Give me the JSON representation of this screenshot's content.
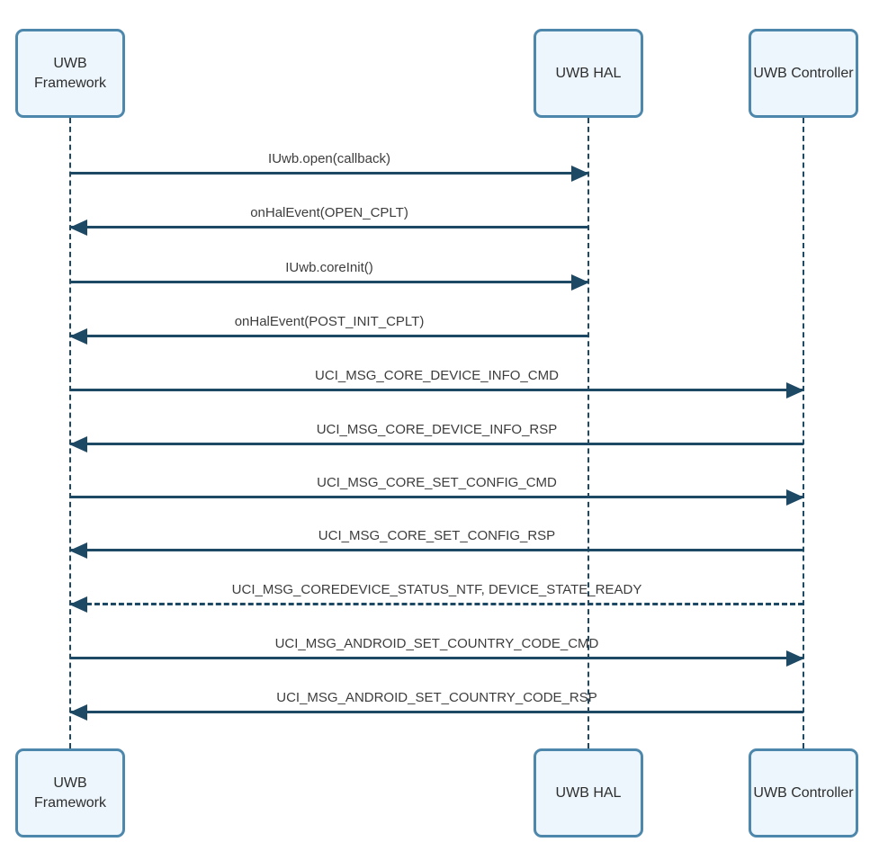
{
  "actors": [
    {
      "id": "uwb-framework",
      "label": "UWB Framework"
    },
    {
      "id": "uwb-hal",
      "label": "UWB HAL"
    },
    {
      "id": "uwb-controller",
      "label": "UWB Controller"
    }
  ],
  "messages": [
    {
      "label": "IUwb.open(callback)",
      "from": "UWB Framework",
      "to": "UWB HAL",
      "line": "solid",
      "direction": "right"
    },
    {
      "label": "onHalEvent(OPEN_CPLT)",
      "from": "UWB HAL",
      "to": "UWB Framework",
      "line": "solid",
      "direction": "left"
    },
    {
      "label": "IUwb.coreInit()",
      "from": "UWB Framework",
      "to": "UWB HAL",
      "line": "solid",
      "direction": "right"
    },
    {
      "label": "onHalEvent(POST_INIT_CPLT)",
      "from": "UWB HAL",
      "to": "UWB Framework",
      "line": "solid",
      "direction": "left"
    },
    {
      "label": "UCI_MSG_CORE_DEVICE_INFO_CMD",
      "from": "UWB Framework",
      "to": "UWB Controller",
      "line": "solid",
      "direction": "right"
    },
    {
      "label": "UCI_MSG_CORE_DEVICE_INFO_RSP",
      "from": "UWB Controller",
      "to": "UWB Framework",
      "line": "solid",
      "direction": "left"
    },
    {
      "label": "UCI_MSG_CORE_SET_CONFIG_CMD",
      "from": "UWB Framework",
      "to": "UWB Controller",
      "line": "solid",
      "direction": "right"
    },
    {
      "label": "UCI_MSG_CORE_SET_CONFIG_RSP",
      "from": "UWB Controller",
      "to": "UWB Framework",
      "line": "solid",
      "direction": "left"
    },
    {
      "label": "UCI_MSG_COREDEVICE_STATUS_NTF, DEVICE_STATE_READY",
      "from": "UWB Controller",
      "to": "UWB Framework",
      "line": "dashed",
      "direction": "left"
    },
    {
      "label": "UCI_MSG_ANDROID_SET_COUNTRY_CODE_CMD",
      "from": "UWB Framework",
      "to": "UWB Controller",
      "line": "solid",
      "direction": "right"
    },
    {
      "label": "UCI_MSG_ANDROID_SET_COUNTRY_CODE_RSP",
      "from": "UWB Controller",
      "to": "UWB Framework",
      "line": "solid",
      "direction": "left"
    }
  ],
  "colors": {
    "arrow_line": "#1e4964",
    "box_border": "#4d87ab",
    "box_fill": "#ecf6fc",
    "label_text": "#3d3d3d",
    "box_text": "#2e2e2e",
    "background": "#ffffff"
  }
}
